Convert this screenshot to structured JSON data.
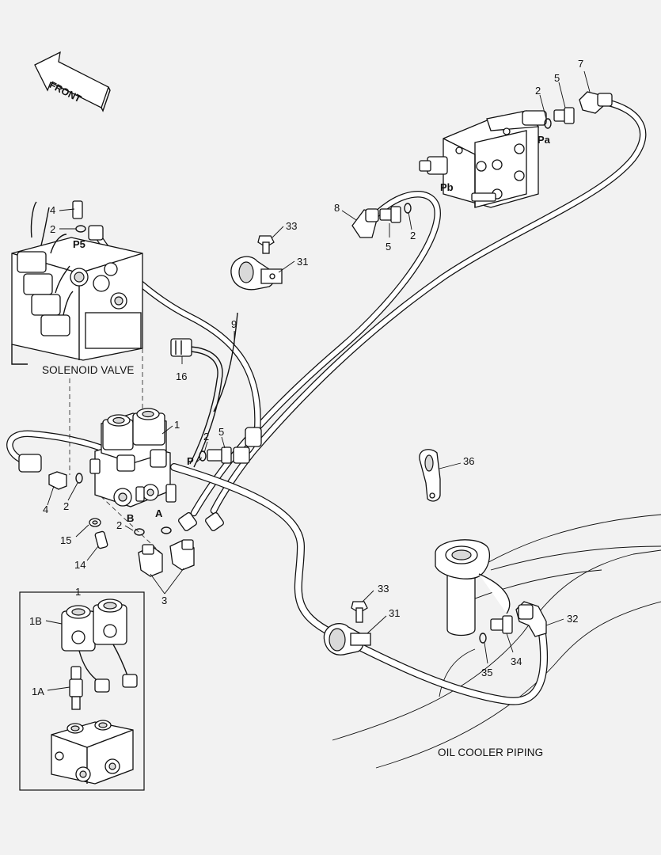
{
  "arrow": {
    "label": "FRONT"
  },
  "captions": {
    "solenoid_valve": "SOLENOID VALVE",
    "oil_cooler": "OIL COOLER PIPING"
  },
  "ports": {
    "pa": "Pa",
    "pb": "Pb",
    "p5": "P5",
    "p": "P",
    "a": "A",
    "b": "B"
  },
  "callouts": {
    "c7": "7",
    "c2_top": "2",
    "c5_top": "5",
    "c8": "8",
    "c5_pb": "5",
    "c2_pb": "2",
    "c33_top": "33",
    "c31_top": "31",
    "c4_top": "4",
    "c2_p5": "2",
    "c9": "9",
    "c16": "16",
    "c1_main": "1",
    "c2_p": "2",
    "c5_p": "5",
    "c36": "36",
    "c4_bottom": "4",
    "c2_bottom": "2",
    "c2_ab": "2",
    "c15": "15",
    "c14": "14",
    "c3": "3",
    "c1_inset": "1",
    "c1b": "1B",
    "c1a": "1A",
    "c33_bottom": "33",
    "c31_bottom": "31",
    "c32": "32",
    "c34": "34",
    "c35": "35"
  }
}
